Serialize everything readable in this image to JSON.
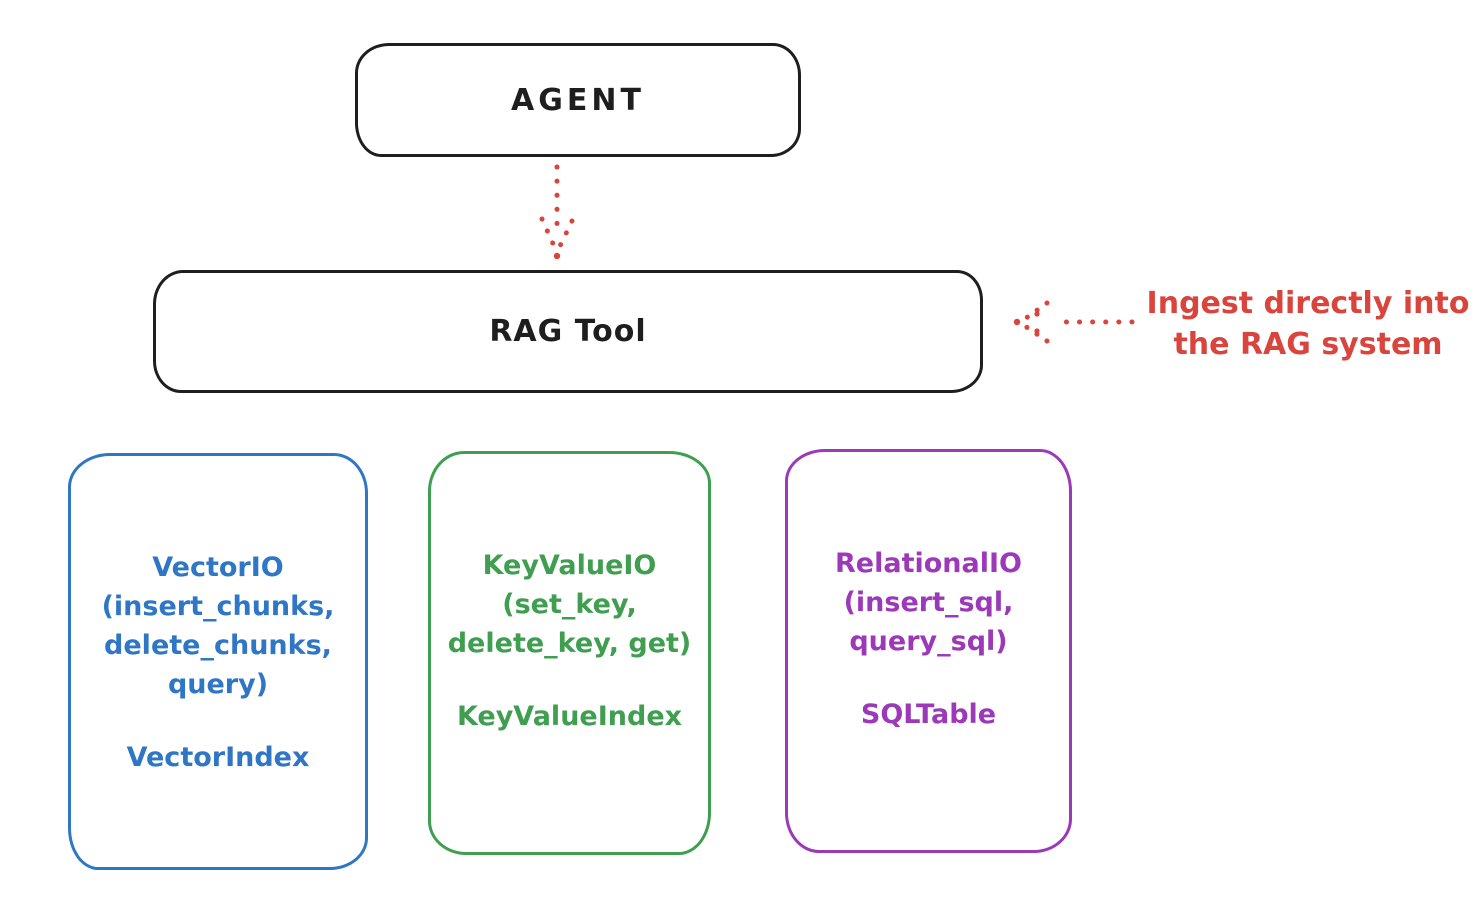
{
  "agent": {
    "label": "AGENT"
  },
  "rag_tool": {
    "label": "RAG Tool"
  },
  "annotation": {
    "text": "Ingest directly into\nthe RAG system",
    "color": "#d9453d"
  },
  "arrows": {
    "agent_to_rag": {
      "style": "dotted",
      "direction": "down",
      "color": "#d9453d"
    },
    "ingest_to_rag": {
      "style": "dotted",
      "direction": "left",
      "color": "#d9453d"
    }
  },
  "backends": [
    {
      "id": "vector-io",
      "title": "VectorIO\n(insert_chunks,\ndelete_chunks,\nquery)",
      "index": "VectorIndex",
      "color": "#2f76c5"
    },
    {
      "id": "key-value-io",
      "title": "KeyValueIO\n(set_key,\ndelete_key, get)",
      "index": "KeyValueIndex",
      "color": "#3f9e4f"
    },
    {
      "id": "relational-io",
      "title": "RelationalIO\n(insert_sql,\nquery_sql)",
      "index": "SQLTable",
      "color": "#9c39b8"
    }
  ],
  "colors": {
    "stroke_black": "#1e1e1e",
    "accent_red": "#d9453d",
    "background": "#ffffff"
  }
}
